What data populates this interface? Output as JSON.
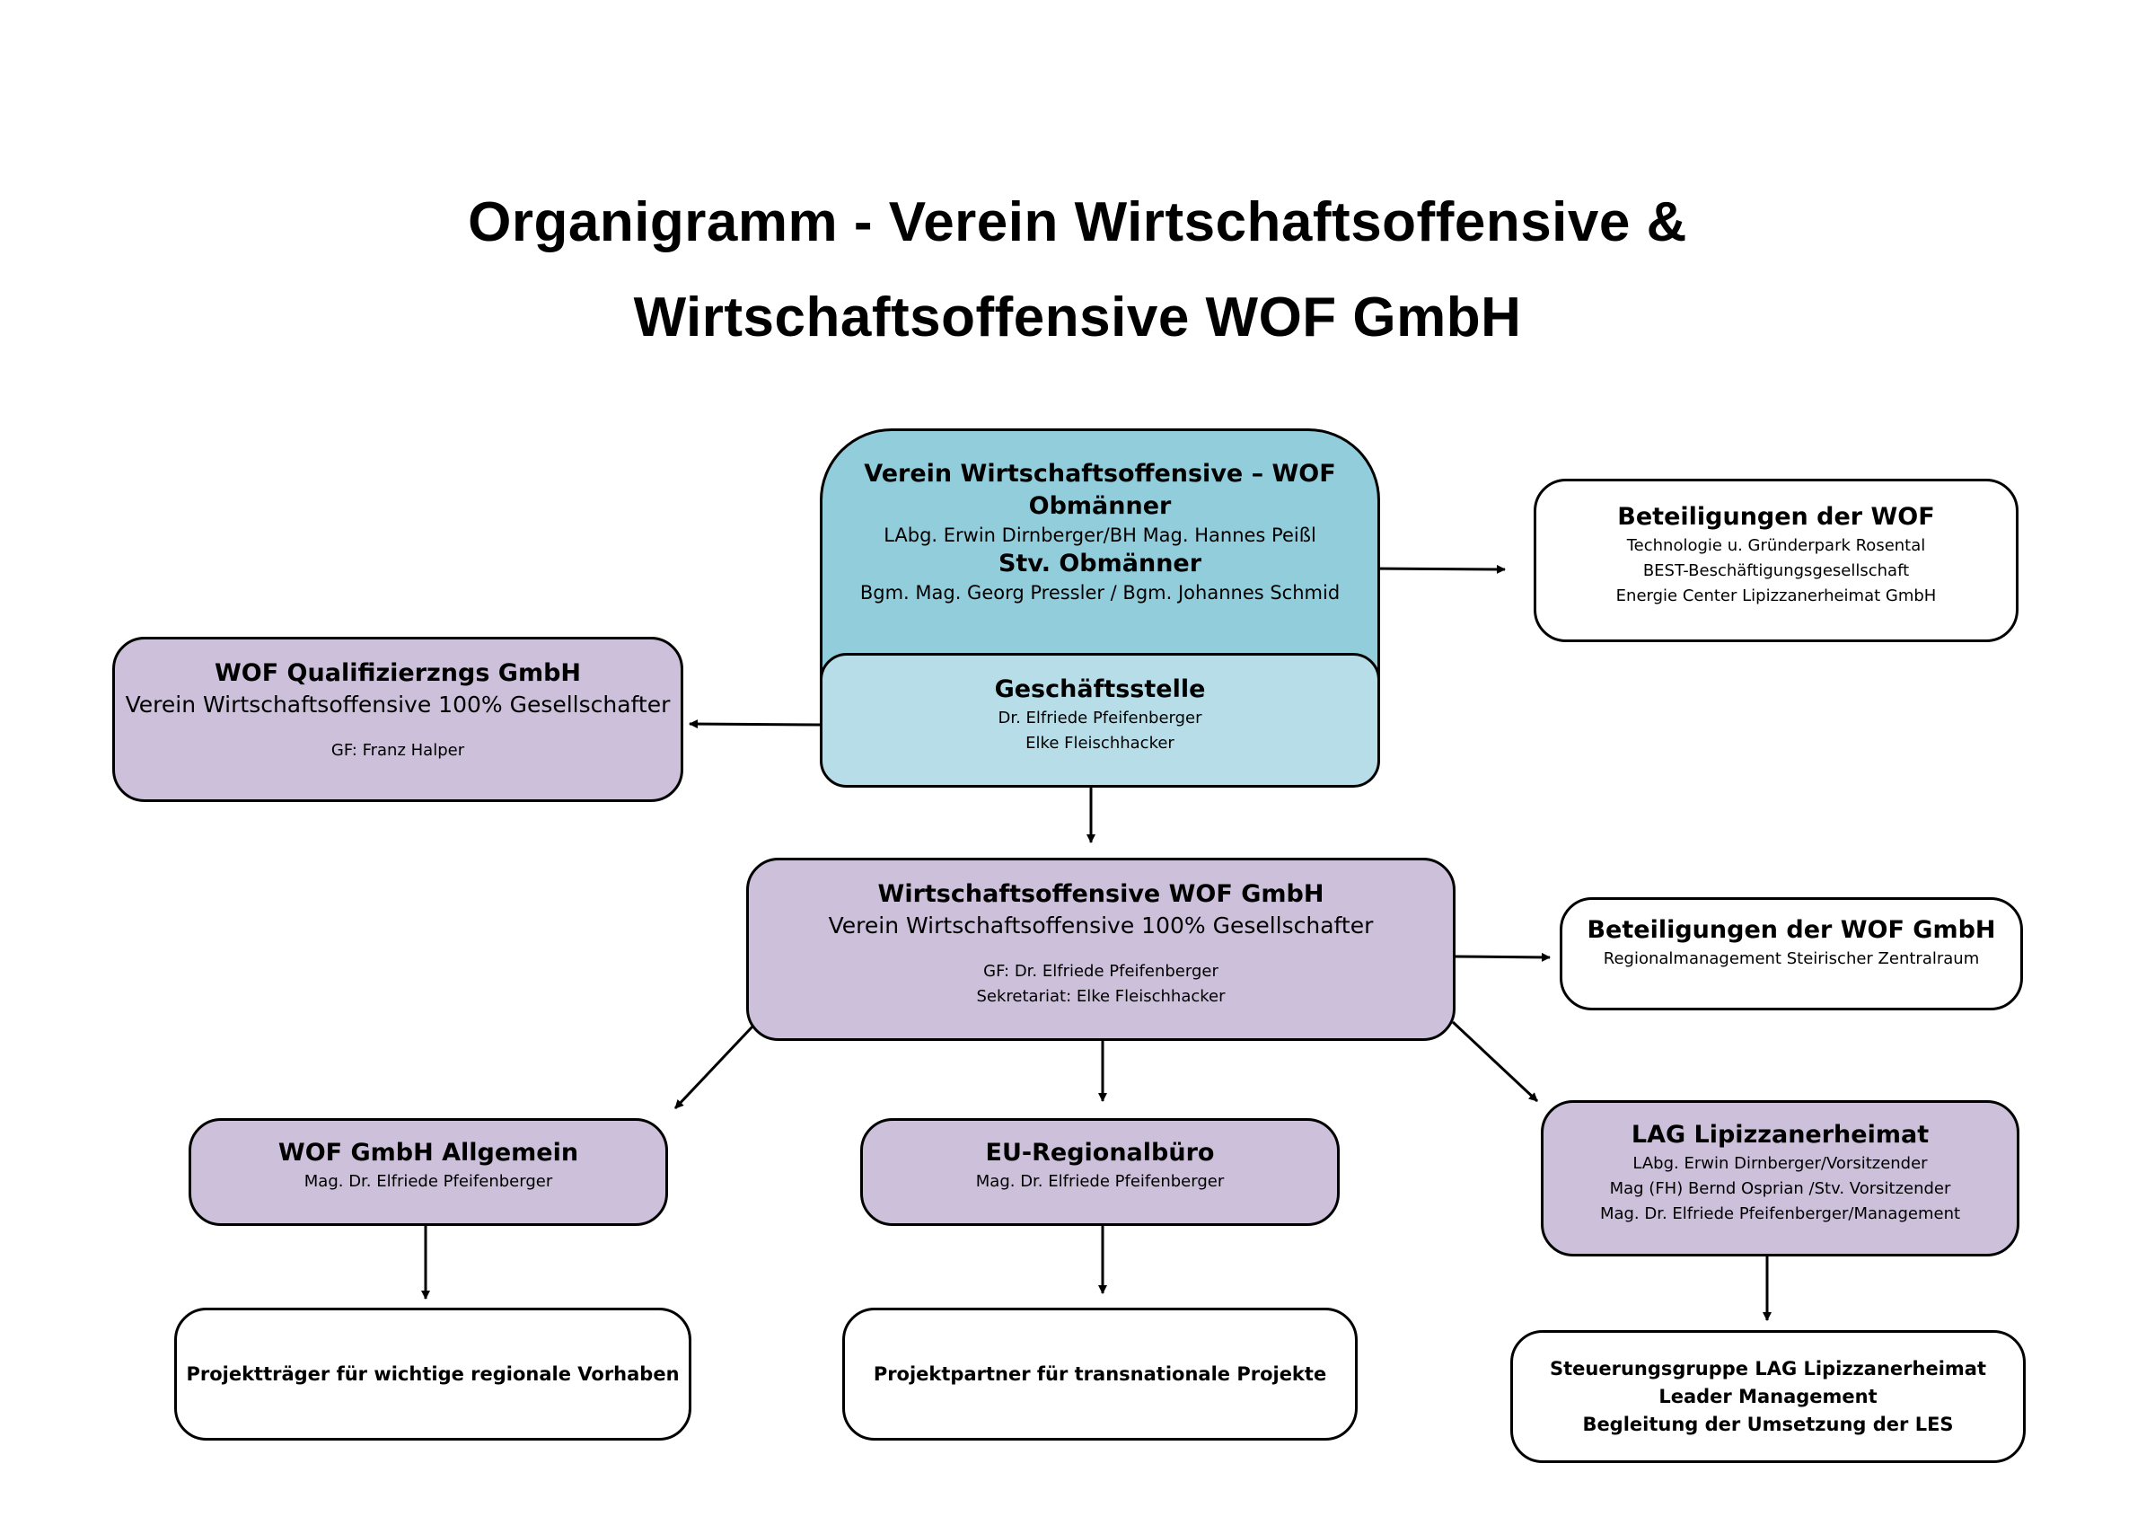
{
  "title": {
    "line1": "Organigramm - Verein Wirtschaftsoffensive &",
    "line2": "Wirtschaftsoffensive WOF GmbH"
  },
  "colors": {
    "verein": "#92CDDC",
    "geschaeftsstelle": "#B7DEE8",
    "gmbh": "#CCC0DA",
    "plain": "#FFFFFF"
  },
  "nodes": {
    "verein": {
      "title": "Verein Wirtschaftsoffensive – WOF",
      "role1": "Obmänner",
      "names1": "LAbg. Erwin Dirnberger/BH Mag. Hannes Peißl",
      "role2": "Stv. Obmänner",
      "names2": "Bgm. Mag. Georg Pressler / Bgm. Johannes Schmid"
    },
    "geschaeftsstelle": {
      "title": "Geschäftsstelle",
      "line1": "Dr. Elfriede Pfeifenberger",
      "line2": "Elke Fleischhacker"
    },
    "beteiligungen_wof": {
      "title": "Beteiligungen der WOF",
      "items": [
        "Technologie u. Gründerpark Rosental",
        "BEST-Beschäftigungsgesellschaft",
        "Energie Center Lipizzanerheimat GmbH"
      ]
    },
    "qualifizierung": {
      "title": "WOF Qualifizierzngs GmbH",
      "subtitle": "Verein Wirtschaftsoffensive 100% Gesellschafter",
      "gf": "GF: Franz Halper"
    },
    "gmbh": {
      "title": "Wirtschaftsoffensive WOF GmbH",
      "subtitle": "Verein Wirtschaftsoffensive 100% Gesellschafter",
      "gf": "GF: Dr. Elfriede Pfeifenberger",
      "sekretariat": "Sekretariat: Elke Fleischhacker"
    },
    "beteiligungen_gmbh": {
      "title": "Beteiligungen der WOF GmbH",
      "items": [
        "Regionalmanagement Steirischer Zentralraum"
      ]
    },
    "allgemein": {
      "title": "WOF GmbH Allgemein",
      "person": "Mag. Dr. Elfriede Pfeifenberger"
    },
    "eu_buero": {
      "title": "EU-Regionalbüro",
      "person": "Mag. Dr. Elfriede Pfeifenberger"
    },
    "lag": {
      "title": "LAG Lipizzanerheimat",
      "members": [
        "LAbg. Erwin Dirnberger/Vorsitzender",
        "Mag (FH) Bernd Osprian /Stv. Vorsitzender",
        "Mag. Dr. Elfriede Pfeifenberger/Management"
      ]
    },
    "projekttraeger": {
      "title": "Projektträger für wichtige regionale Vorhaben"
    },
    "projektpartner": {
      "title": "Projektpartner für transnationale Projekte"
    },
    "steuerungsgruppe": {
      "lines": [
        "Steuerungsgruppe LAG Lipizzanerheimat",
        "Leader Management",
        "Begleitung der Umsetzung der LES"
      ]
    }
  },
  "edges": [
    {
      "from": "verein",
      "to": "beteiligungen_wof"
    },
    {
      "from": "geschaeftsstelle",
      "to": "qualifizierung"
    },
    {
      "from": "geschaeftsstelle",
      "to": "gmbh"
    },
    {
      "from": "gmbh",
      "to": "beteiligungen_gmbh"
    },
    {
      "from": "gmbh",
      "to": "allgemein"
    },
    {
      "from": "gmbh",
      "to": "eu_buero"
    },
    {
      "from": "gmbh",
      "to": "lag"
    },
    {
      "from": "allgemein",
      "to": "projekttraeger"
    },
    {
      "from": "eu_buero",
      "to": "projektpartner"
    },
    {
      "from": "lag",
      "to": "steuerungsgruppe"
    }
  ]
}
